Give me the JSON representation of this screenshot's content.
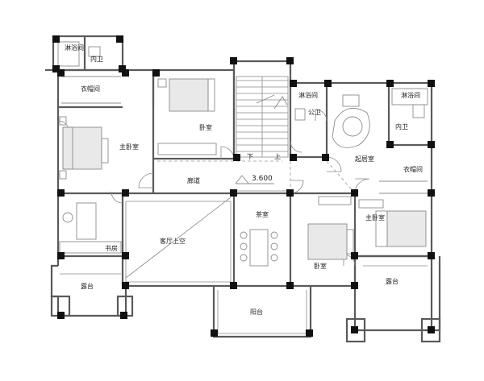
{
  "rooms": {
    "bath_small": "淋浴间",
    "toilet_tl": "内卫",
    "closet_left": "衣帽间",
    "master_bedroom_left": "主卧室",
    "bedroom_top": "卧室",
    "corridor": "廊道",
    "study": "书房",
    "living_void": "客厅上空",
    "tea_room": "茶室",
    "bedroom_mid": "卧室",
    "shower_top": "淋浴间",
    "public_wc": "公卫",
    "living_room_right": "起居室",
    "shower_right": "淋浴间",
    "toilet_right": "内卫",
    "closet_right": "衣帽间",
    "master_bedroom_right": "主卧室",
    "terrace_left": "露台",
    "terrace_right": "露台",
    "balcony": "阳台"
  },
  "stairs": {
    "down": "下",
    "up": "上"
  },
  "elevation": "3.600",
  "colors": {
    "wall": "#5a5a5a",
    "column": "#111111",
    "text": "#222222"
  }
}
